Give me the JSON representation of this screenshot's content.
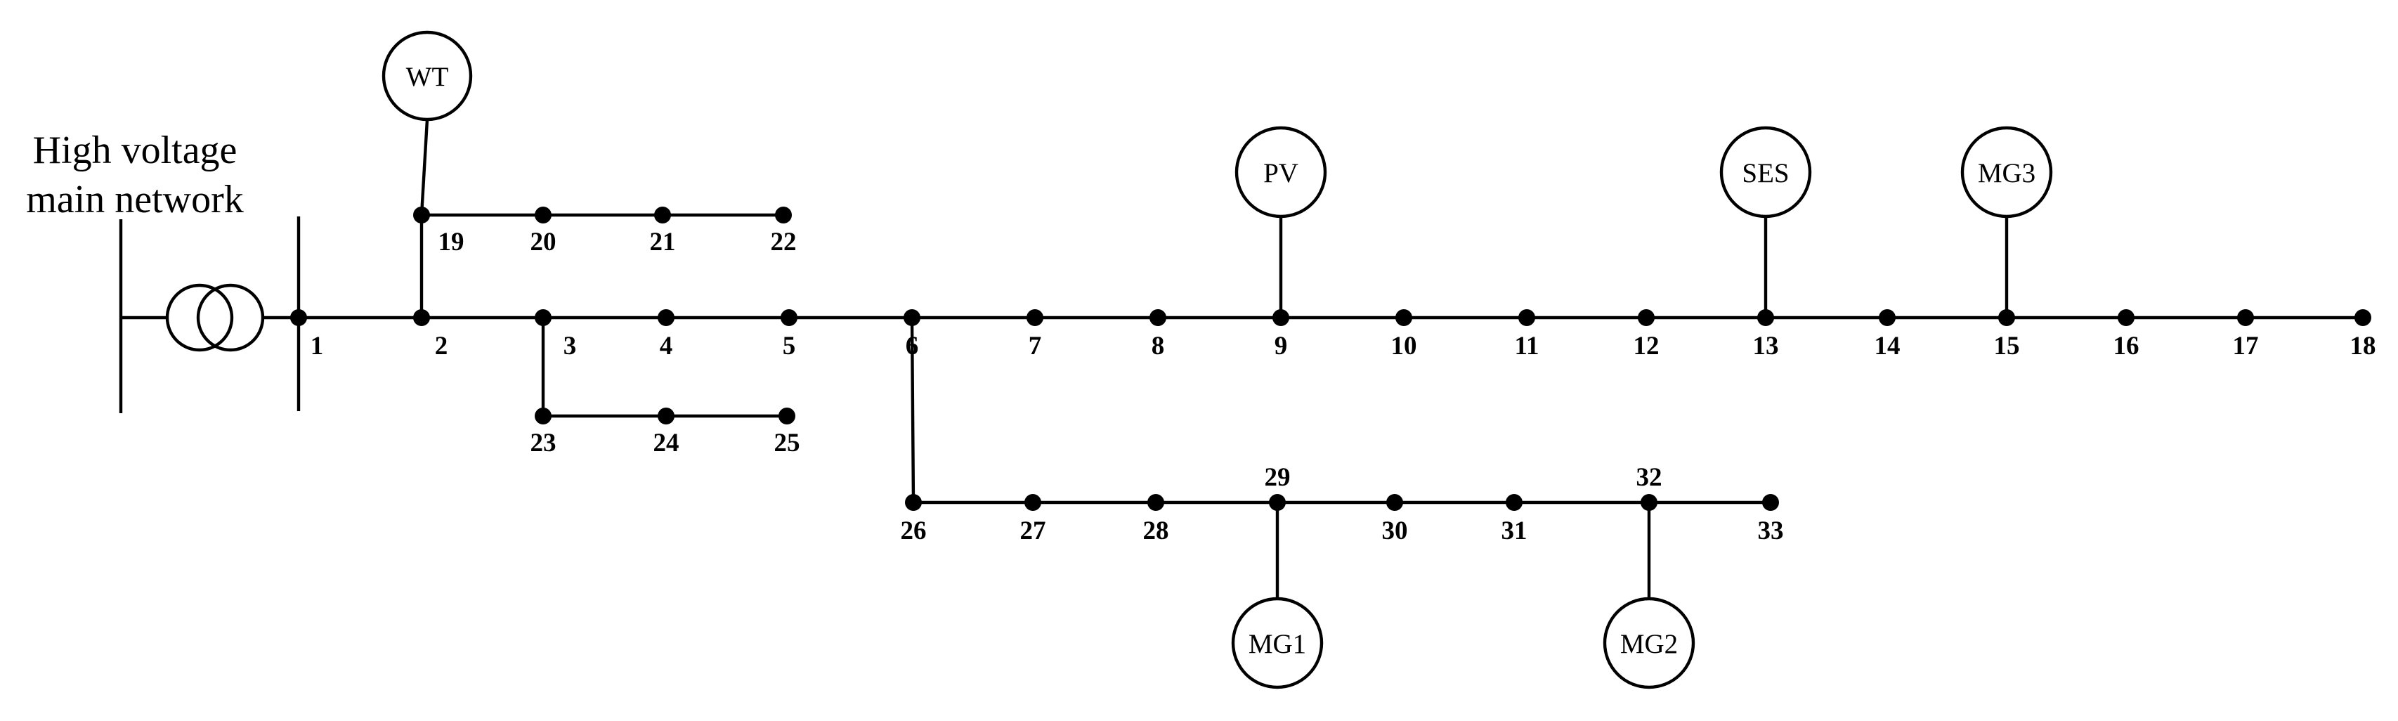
{
  "network": {
    "line1": "High voltage",
    "line2": "main network"
  },
  "buses": [
    "1",
    "2",
    "3",
    "4",
    "5",
    "6",
    "7",
    "8",
    "9",
    "10",
    "11",
    "12",
    "13",
    "14",
    "15",
    "16",
    "17",
    "18",
    "19",
    "20",
    "21",
    "22",
    "23",
    "24",
    "25",
    "26",
    "27",
    "28",
    "29",
    "30",
    "31",
    "32",
    "33"
  ],
  "sources": [
    {
      "id": "wt",
      "label": "WT",
      "bus": "19"
    },
    {
      "id": "pv",
      "label": "PV",
      "bus": "9"
    },
    {
      "id": "ses",
      "label": "SES",
      "bus": "13"
    },
    {
      "id": "mg3",
      "label": "MG3",
      "bus": "15"
    },
    {
      "id": "mg1",
      "label": "MG1",
      "bus": "29"
    },
    {
      "id": "mg2",
      "label": "MG2",
      "bus": "32"
    }
  ]
}
